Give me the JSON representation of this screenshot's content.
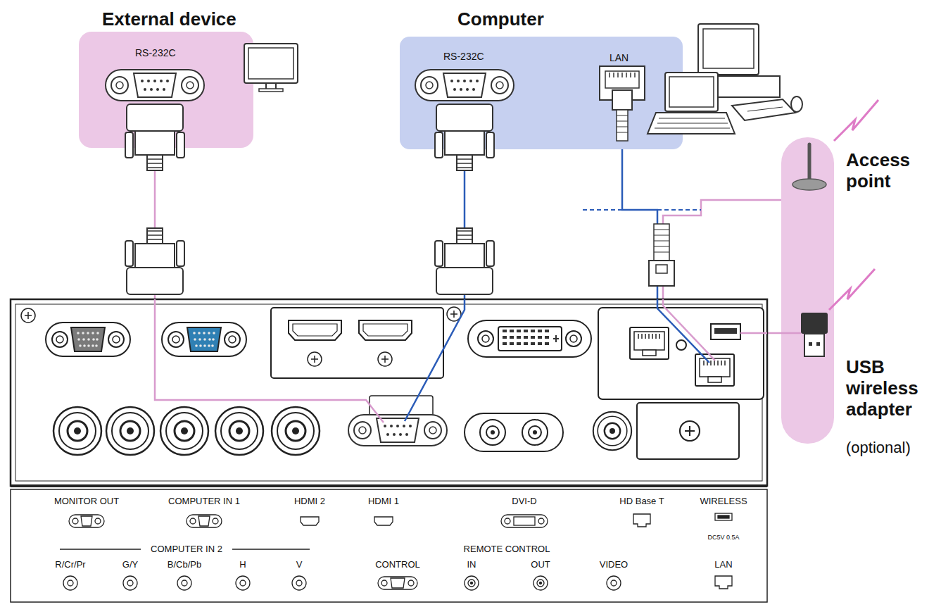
{
  "diagram": {
    "nodes": [
      {
        "text": [
          "External device",
          "RS-232C"
        ]
      },
      {
        "text": [
          "Computer",
          "RS-232C",
          "LAN"
        ]
      },
      {
        "text": [
          "Access point",
          "USB wireless adapter",
          "(optional)"
        ]
      },
      {
        "text": [
          "MONITOR OUT",
          "COMPUTER IN 1",
          "HDMI 2",
          "HDMI 1",
          "DVI-D",
          "HD Base T",
          "WIRELESS",
          "DC5V 0.5A",
          "COMPUTER IN 2",
          "R/Cr/Pr",
          "G/Y",
          "B/Cb/Pb",
          "H",
          "V",
          "CONTROL",
          "REMOTE CONTROL",
          "IN",
          "OUT",
          "VIDEO",
          "LAN"
        ]
      }
    ],
    "edges": [
      {
        "from": 0,
        "to": 3,
        "arrow": "none"
      },
      {
        "from": 1,
        "to": 3,
        "arrow": "none"
      },
      {
        "from": 1,
        "to": 3,
        "arrow": "none"
      },
      {
        "from": 2,
        "to": 3,
        "arrow": "none"
      },
      {
        "from": 2,
        "to": 3,
        "arrow": "none"
      }
    ]
  }
}
